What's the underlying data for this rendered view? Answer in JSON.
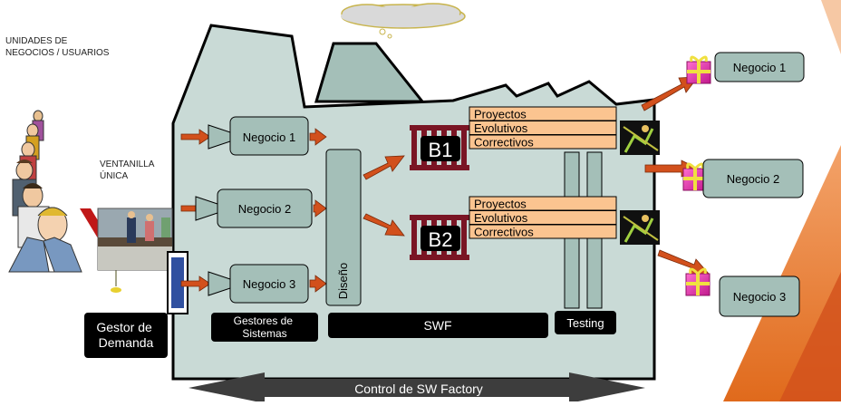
{
  "left": {
    "users_label_line1": "UNIDADES DE",
    "users_label_line2": "NEGOCIOS / USUARIOS",
    "window_label_line1": "VENTANILLA",
    "window_label_line2": "ÚNICA",
    "demand_manager_line1": "Gestor de",
    "demand_manager_line2": "Demanda"
  },
  "factory": {
    "business_inputs": [
      "Negocio 1",
      "Negocio 2",
      "Negocio 3"
    ],
    "design_label": "Diseño",
    "system_managers_line1": "Gestores de",
    "system_managers_line2": "Sistemas",
    "swf_label": "SWF",
    "testing_label": "Testing",
    "bottom_arrow_label": "Control de SW Factory"
  },
  "teams": [
    {
      "label": "B1",
      "work": [
        "Proyectos",
        "Evolutivos",
        "Correctivos"
      ]
    },
    {
      "label": "B2",
      "work": [
        "Proyectos",
        "Evolutivos",
        "Correctivos"
      ]
    }
  ],
  "outputs": [
    "Negocio 1",
    "Negocio 2",
    "Negocio 3"
  ],
  "colors": {
    "factory_fill": "#c9dad6",
    "box_fill": "#a4bfb8",
    "arrow": "#d2501c",
    "work_fill": "#fbc490",
    "team_red": "#7a1524",
    "dark_label": "#000000"
  }
}
